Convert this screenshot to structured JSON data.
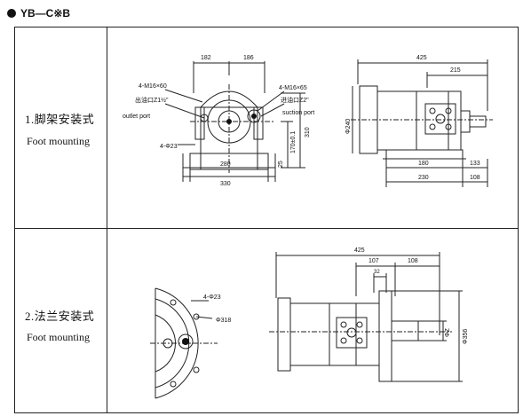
{
  "header": {
    "title": "YB—C※B"
  },
  "rows": [
    {
      "label_cn": "1.脚架安装式",
      "label_en": "Foot mounting"
    },
    {
      "label_cn": "2.法兰安装式",
      "label_en": "Foot mounting"
    }
  ],
  "diagram1_front": {
    "dim_182": "182",
    "dim_186": "186",
    "bolt_top_left": "4-M16×60",
    "outlet_cn": "出油口Z1½\"",
    "outlet_en": "outlet port",
    "bolt_top_right": "4-M16×65",
    "suction_cn": "进油口Z2\"",
    "suction_en": "suction port",
    "hole": "4-Φ23",
    "dim_280": "280",
    "dim_330": "330",
    "dim_170": "170±0.1",
    "dim_25": "25",
    "dim_310": "310"
  },
  "diagram1_side": {
    "dim_425": "425",
    "dim_215": "215",
    "dim_d240": "Φ240",
    "dim_180": "180",
    "dim_133": "133",
    "dim_230": "230",
    "dim_108": "108"
  },
  "diagram2_front": {
    "hole": "4-Φ23",
    "dim_d318": "Φ318"
  },
  "diagram2_side": {
    "dim_425": "425",
    "dim_107": "107",
    "dim_108": "108",
    "dim_32": "32",
    "dim_dz": "ΦZ",
    "dim_d356": "Φ356"
  }
}
